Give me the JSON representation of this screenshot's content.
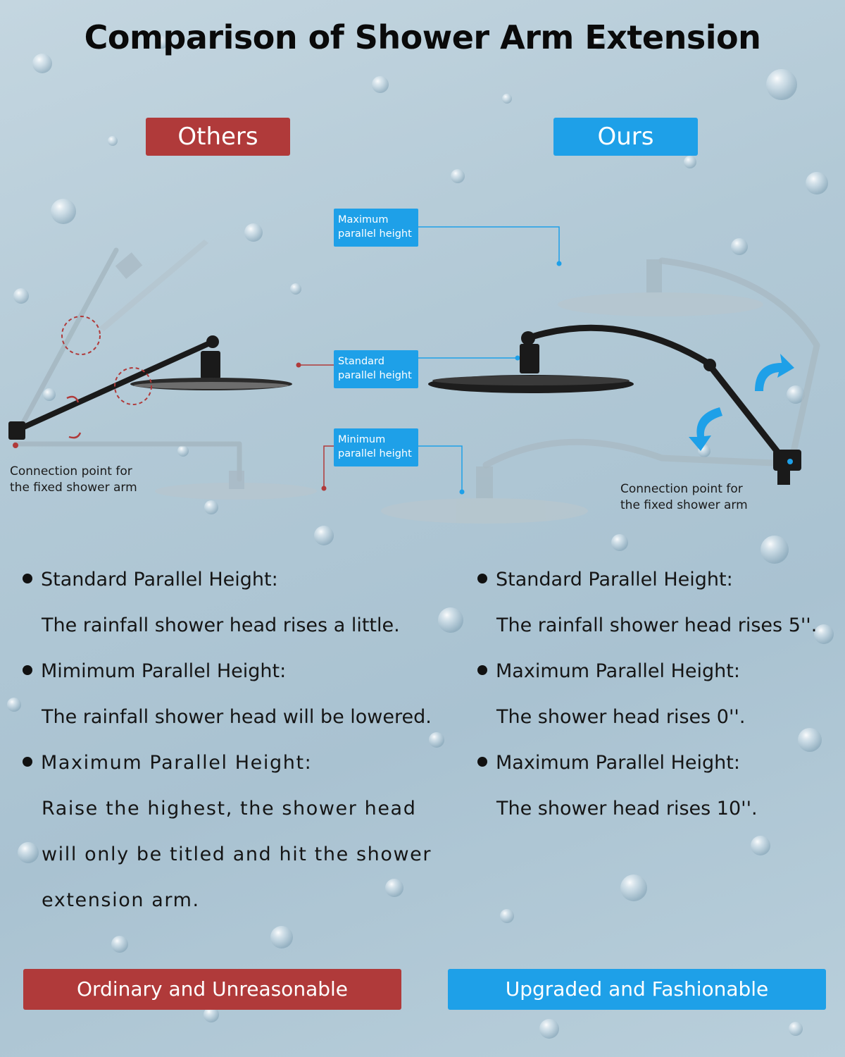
{
  "title": "Comparison of Shower Arm Extension",
  "labels": {
    "others": "Others",
    "ours": "Ours"
  },
  "callouts": {
    "maximum": [
      "Maximum",
      "parallel height"
    ],
    "standard": [
      "Standard",
      "parallel height"
    ],
    "minimum": [
      "Minimum",
      "parallel height"
    ]
  },
  "connection_left": [
    "Connection point for",
    "the fixed shower arm"
  ],
  "connection_right": [
    "Connection point for",
    "the fixed shower arm"
  ],
  "left_points": [
    {
      "heading": "Standard Parallel Height:",
      "lines": [
        "The rainfall shower head rises a little."
      ]
    },
    {
      "heading": "Mimimum Parallel Height:",
      "lines": [
        "The rainfall shower head will be lowered."
      ]
    },
    {
      "heading": "Maximum Parallel Height:",
      "lines": [
        "Raise the highest, the shower head",
        "will only be titled and hit the shower",
        "extension arm."
      ]
    }
  ],
  "right_points": [
    {
      "heading": "Standard Parallel Height:",
      "lines": [
        "The rainfall shower head rises 5''."
      ]
    },
    {
      "heading": "Maximum Parallel Height:",
      "lines": [
        "The shower head rises 0''."
      ]
    },
    {
      "heading": "Maximum Parallel Height:",
      "lines": [
        "The shower head rises 10''."
      ]
    }
  ],
  "footer": {
    "left": "Ordinary and Unreasonable",
    "right": "Upgraded and Fashionable"
  },
  "colors": {
    "red": "#b03a3a",
    "blue": "#1ea0e8",
    "arm": "#1a1a1a",
    "ghost": "#9fb2bc"
  }
}
